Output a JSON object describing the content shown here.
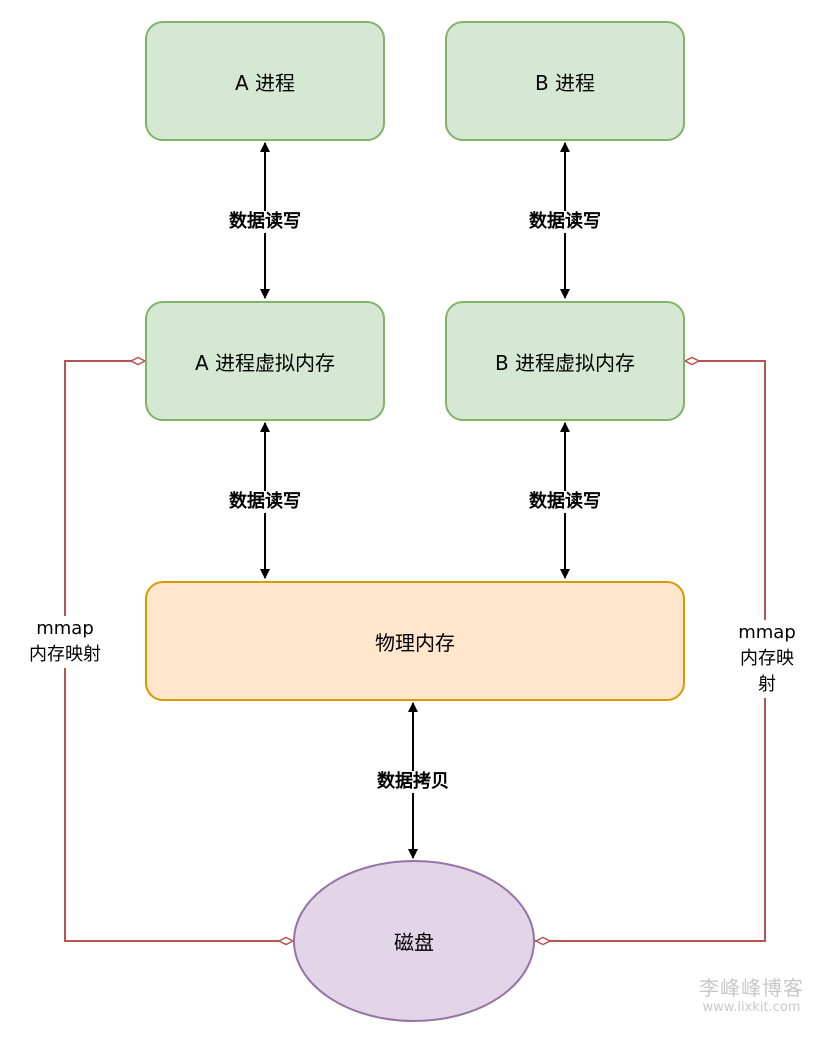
{
  "nodes": {
    "a_process": "A 进程",
    "b_process": "B 进程",
    "a_virtual_memory": "A 进程虚拟内存",
    "b_virtual_memory": "B 进程虚拟内存",
    "physical_memory": "物理内存",
    "disk": "磁盘"
  },
  "edges": {
    "a_proc_to_vm": "数据读写",
    "b_proc_to_vm": "数据读写",
    "a_vm_to_phys": "数据读写",
    "b_vm_to_phys": "数据读写",
    "phys_to_disk": "数据拷贝",
    "mmap_left": {
      "line1": "mmap",
      "line2": "内存映射"
    },
    "mmap_right": {
      "line1": "mmap",
      "line2": "内存映射"
    }
  },
  "colors": {
    "process_fill": "#d5e8d4",
    "process_stroke": "#82b366",
    "physical_fill": "#ffe6cc",
    "physical_stroke": "#d79b00",
    "disk_fill": "#e1d5e7",
    "disk_stroke": "#9673a6",
    "mmap_line": "#b85450"
  },
  "watermark": {
    "title": "李峰峰博客",
    "url": "www.lixkit.com"
  }
}
